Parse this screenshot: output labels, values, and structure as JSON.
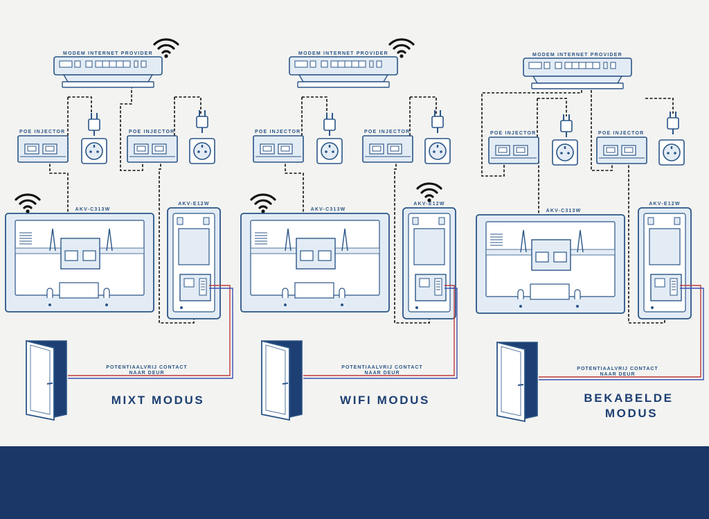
{
  "colors": {
    "background": "#f3f3f1",
    "line": "#2a5587",
    "panel_fill": "#e3ecf5",
    "dark_blue": "#1d3f73",
    "footer": "#1b3768",
    "wire_red": "#c03838",
    "wire_blue": "#3b4fb0"
  },
  "icons": [
    "wifi-icon",
    "plug-icon",
    "wall-socket-icon",
    "door-icon"
  ],
  "modes": [
    {
      "modem_label": "MODEM INTERNET PROVIDER",
      "injector1_label": "POE INJECTOR",
      "injector2_label": "POE INJECTOR",
      "monitor_label": "AKV-C313W",
      "station_label": "AKV-E12W",
      "contact_line1": "POTENTIAALVRIJ CONTACT",
      "contact_line2": "NAAR DEUR",
      "mode_line1": "MIXT MODUS",
      "mode_line2": "",
      "wifi_on": [
        "modem",
        "monitor"
      ]
    },
    {
      "modem_label": "MODEM INTERNET PROVIDER",
      "injector1_label": "POE INJECTOR",
      "injector2_label": "POE INJECTOR",
      "monitor_label": "AKV-C313W",
      "station_label": "AKV-E12W",
      "contact_line1": "POTENTIAALVRIJ CONTACT",
      "contact_line2": "NAAR DEUR",
      "mode_line1": "WIFI MODUS",
      "mode_line2": "",
      "wifi_on": [
        "modem",
        "monitor",
        "station"
      ]
    },
    {
      "modem_label": "MODEM INTERNET PROVIDER",
      "injector1_label": "POE INJECTOR",
      "injector2_label": "POE INJECTOR",
      "monitor_label": "AKV-C313W",
      "station_label": "AKV-E12W",
      "contact_line1": "POTENTIAALVRIJ CONTACT",
      "contact_line2": "NAAR DEUR",
      "mode_line1": "BEKABELDE",
      "mode_line2": "MODUS",
      "wifi_on": []
    }
  ]
}
